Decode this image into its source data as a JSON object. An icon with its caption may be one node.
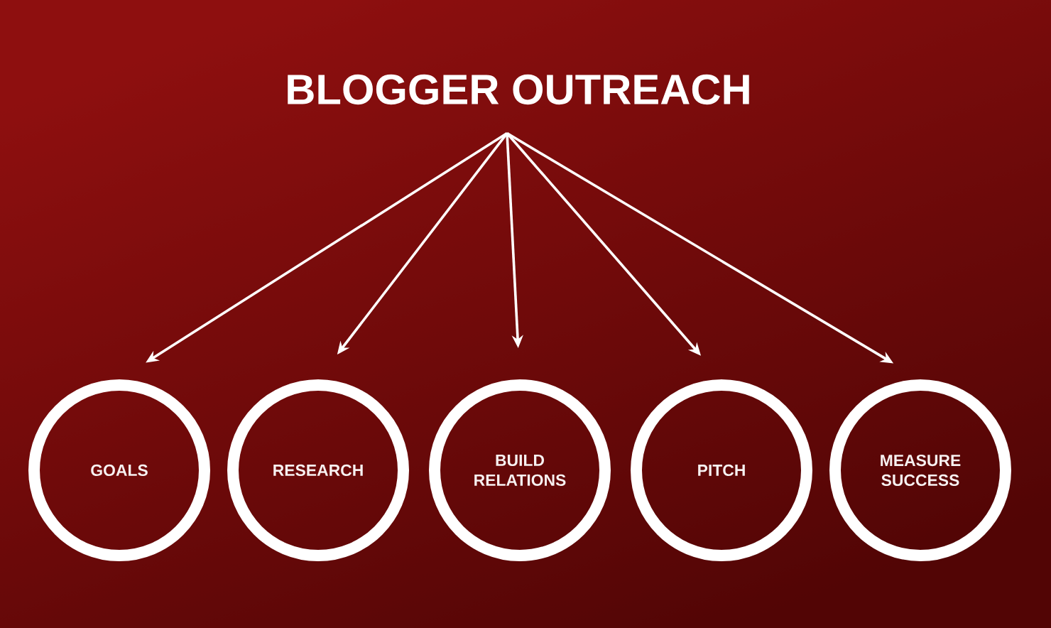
{
  "diagram": {
    "nodes": [
      {
        "text": [
          "BLOGGER OUTREACH"
        ]
      },
      {
        "text": [
          "GOALS"
        ]
      },
      {
        "text": [
          "RESEARCH"
        ]
      },
      {
        "text": [
          "BUILD RELATIONS"
        ]
      },
      {
        "text": [
          "PITCH"
        ]
      },
      {
        "text": [
          "MEASURE SUCCESS"
        ]
      }
    ],
    "edges": [
      {
        "from": 0,
        "to": 1,
        "arrow": "to"
      },
      {
        "from": 0,
        "to": 2,
        "arrow": "to"
      },
      {
        "from": 0,
        "to": 3,
        "arrow": "to"
      },
      {
        "from": 0,
        "to": 4,
        "arrow": "to"
      },
      {
        "from": 0,
        "to": 5,
        "arrow": "to"
      }
    ]
  }
}
